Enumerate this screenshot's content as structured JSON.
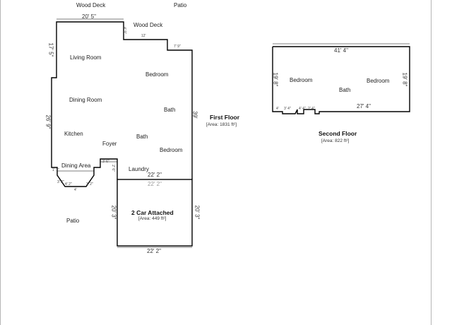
{
  "exterior": {
    "wood_deck_top": "Wood Deck",
    "patio_top": "Patio",
    "wood_deck_right": "Wood Deck",
    "patio_bottom": "Patio"
  },
  "first_floor": {
    "title": "First Floor",
    "area": "[Area: 1831 ft²]",
    "rooms": {
      "living_room": "Living Room",
      "dining_room": "Dining Room",
      "kitchen": "Kitchen",
      "dining_area": "Dining Area",
      "foyer": "Foyer",
      "laundry": "Laundry",
      "bedroom_1": "Bedroom",
      "bath_1": "Bath",
      "bath_2": "Bath",
      "bedroom_2": "Bedroom"
    },
    "dims": {
      "top_width": "20' 5\"",
      "left_upper": "17' 5\"",
      "left_lower": "26' 9\"",
      "right_height": "39'",
      "notch_small_1": "4' 9\"",
      "notch_width": "12'",
      "notch_small_2": "7' 9\"",
      "laundry_width": "22' 2\"",
      "bay_1": "1' 1\"",
      "bay_2": "3' 2\"",
      "bay_3": "4' 2\"",
      "bay_4": "4'",
      "bay_5": "3' 2\"",
      "foyer_1": "3' 6\"",
      "foyer_2": "2' 6\""
    }
  },
  "garage": {
    "title": "2 Car Attached",
    "area": "[Area: 449 ft²]",
    "dims": {
      "top": "22' 2\"",
      "bottom": "22' 2\"",
      "left": "20' 3\"",
      "right": "20' 3\""
    }
  },
  "second_floor": {
    "title": "Second Floor",
    "area": "[Area: 822 ft²]",
    "rooms": {
      "bedroom_left": "Bedroom",
      "bath": "Bath",
      "bedroom_right": "Bedroom"
    },
    "dims": {
      "top": "41' 4\"",
      "bottom": "27' 4\"",
      "left": "19' 8\"",
      "right": "19' 8\"",
      "step_1": "4'",
      "step_2": "3' 4\"",
      "step_3": "4' 4\"",
      "step_4": "2' 4\""
    }
  }
}
